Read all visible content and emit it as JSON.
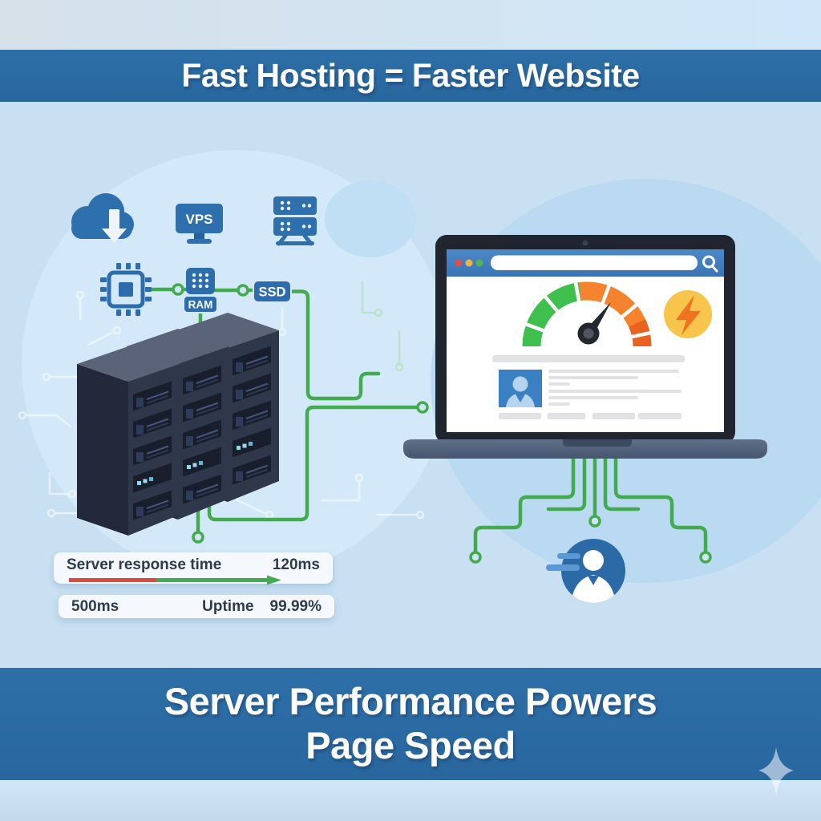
{
  "top_banner": {
    "text": "Fast Hosting = Faster Website"
  },
  "bottom_banner": {
    "line1": "Server Performance Powers",
    "line2": "Page Speed"
  },
  "hosting_stack": {
    "vps_label": "VPS",
    "ram_label": "RAM",
    "ssd_label": "SSD"
  },
  "metrics": {
    "response_label": "Server response time",
    "response_value": "120ms",
    "baseline_value": "500ms",
    "uptime_label": "Uptime",
    "uptime_value": "99.99%"
  },
  "icons": [
    "cloud-download-icon",
    "vps-monitor-icon",
    "server-rack-icon",
    "cpu-chip-icon",
    "ram-icon",
    "ssd-label-chip",
    "server-towers",
    "circuit-lines",
    "speed-gauge",
    "lightning-bolt-icon",
    "search-icon",
    "profile-avatar-icon",
    "user-avatar-icon",
    "sparkle-icon"
  ],
  "colors": {
    "banner_blue": "#2b6ba4",
    "background": "#c8e0f2",
    "icon_blue": "#2e6fae",
    "circuit_green": "#42ab4f",
    "gauge_green": "#3fbf4e",
    "gauge_orange": "#f5822d",
    "alert_red": "#dd4a3e",
    "bolt_yellow": "#f7c54b",
    "bolt_orange": "#ee7420"
  }
}
